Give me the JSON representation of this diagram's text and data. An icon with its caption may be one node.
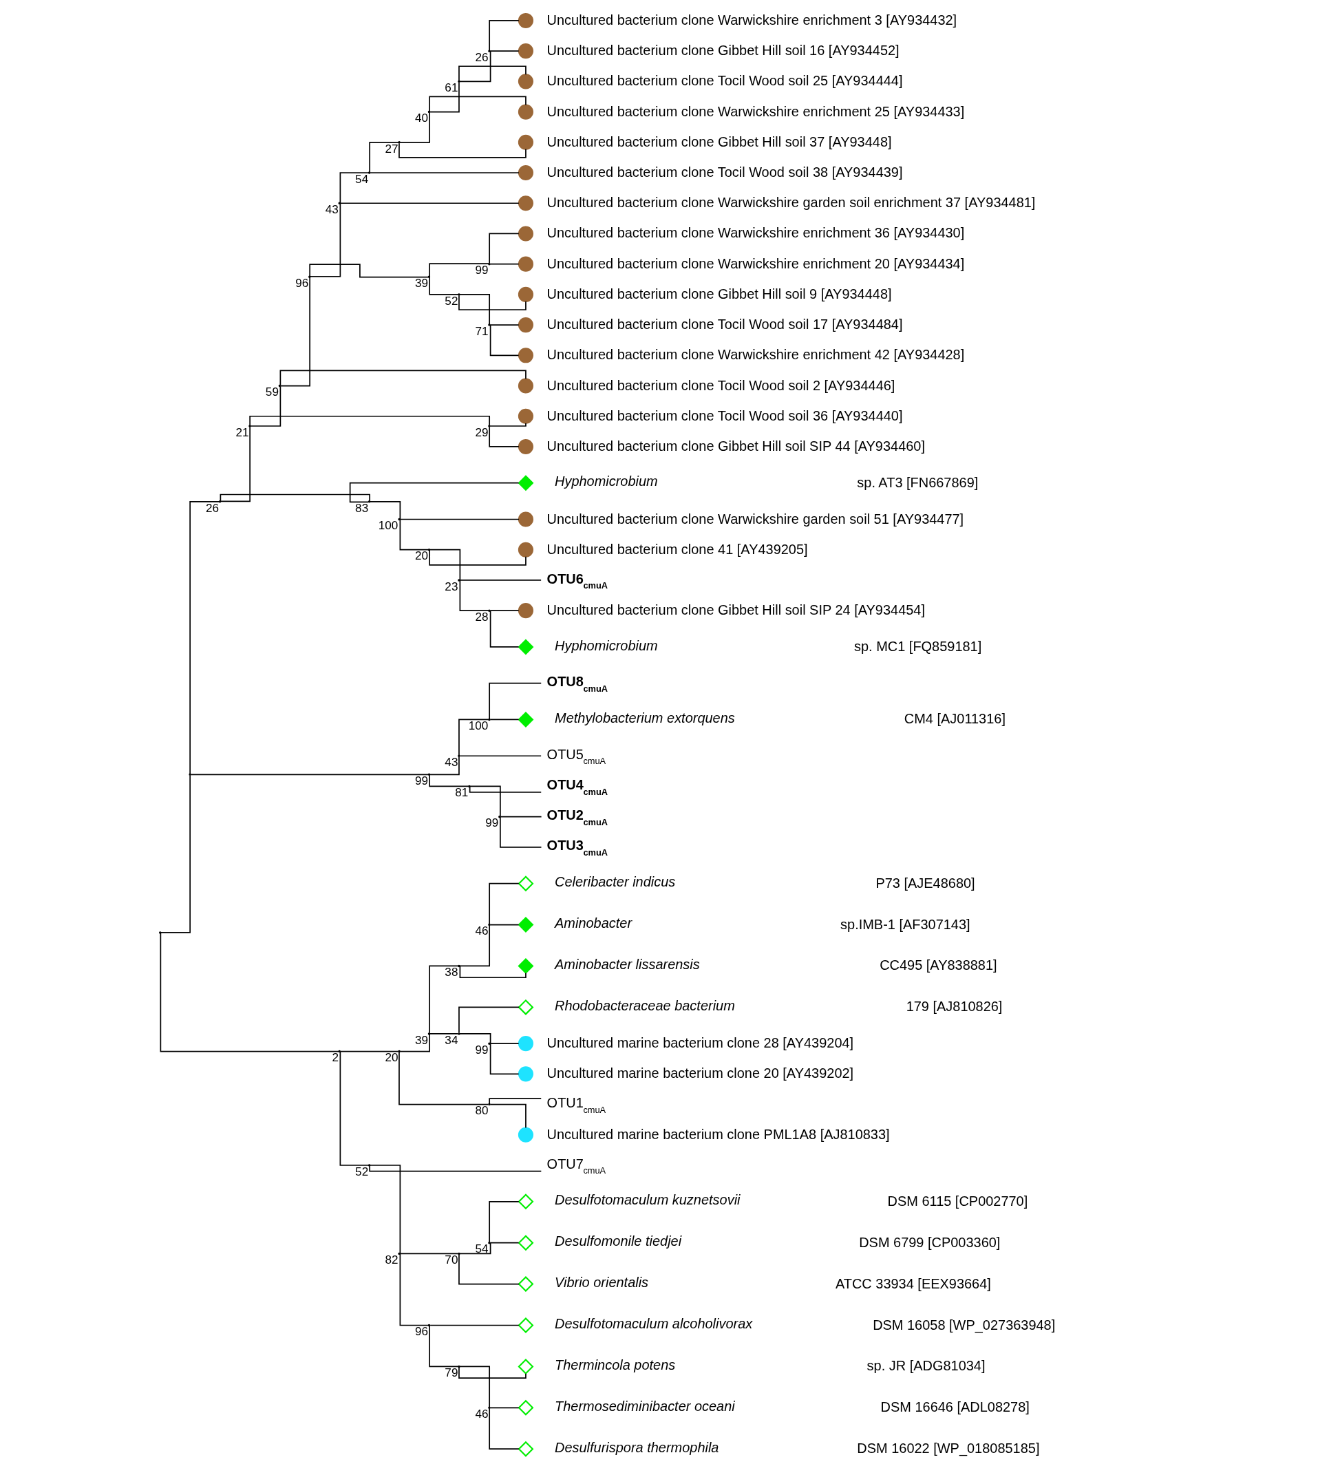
{
  "diagram": {
    "nodes": [
      {
        "text": [],
        "shape": "circle",
        "beside": [
          "Uncultured bacterium clone Warwickshire enrichment 3 [AY934432]"
        ]
      },
      {
        "text": [],
        "shape": "circle",
        "beside": [
          "Uncultured bacterium clone Gibbet Hill soil 16 [AY934452]"
        ]
      },
      {
        "text": [],
        "shape": "circle",
        "beside": [
          "Uncultured bacterium clone Tocil Wood soil 25 [AY934444]"
        ]
      },
      {
        "text": [],
        "shape": "circle",
        "beside": [
          "Uncultured bacterium clone Warwickshire enrichment 25 [AY934433]"
        ]
      },
      {
        "text": [],
        "shape": "circle",
        "beside": [
          "Uncultured bacterium clone Gibbet Hill soil 37 [AY93448]"
        ]
      },
      {
        "text": [],
        "shape": "circle",
        "beside": [
          "Uncultured bacterium clone Tocil Wood soil 38 [AY934439]"
        ]
      },
      {
        "text": [],
        "shape": "circle",
        "beside": [
          "Uncultured bacterium clone Warwickshire garden soil enrichment 37 [AY934481]"
        ]
      },
      {
        "text": [],
        "shape": "circle",
        "beside": [
          "Uncultured bacterium clone Warwickshire enrichment 36 [AY934430]"
        ]
      },
      {
        "text": [],
        "shape": "circle",
        "beside": [
          "Uncultured bacterium clone Warwickshire enrichment 20 [AY934434]"
        ]
      },
      {
        "text": [],
        "shape": "circle",
        "beside": [
          "Uncultured bacterium clone Gibbet Hill soil 9 [AY934448]"
        ]
      },
      {
        "text": [],
        "shape": "circle",
        "beside": [
          "Uncultured bacterium clone Tocil Wood soil 17 [AY934484]"
        ]
      },
      {
        "text": [],
        "shape": "circle",
        "beside": [
          "Uncultured bacterium clone Warwickshire enrichment 42 [AY934428]"
        ]
      },
      {
        "text": [],
        "shape": "circle",
        "beside": [
          "Uncultured bacterium clone Tocil Wood soil 2 [AY934446]"
        ]
      },
      {
        "text": [],
        "shape": "circle",
        "beside": [
          "Uncultured bacterium clone Tocil Wood soil 36 [AY934440]"
        ]
      },
      {
        "text": [],
        "shape": "circle",
        "beside": [
          "Uncultured bacterium clone Gibbet Hill soil SIP 44 [AY934460]"
        ]
      },
      {
        "text": [],
        "shape": "diamond",
        "beside": [
          "*Hyphomicrobium* sp. AT3 [FN667869]"
        ]
      },
      {
        "text": [],
        "shape": "circle",
        "beside": [
          "Uncultured bacterium clone Warwickshire garden soil 51 [AY934477]"
        ]
      },
      {
        "text": [],
        "shape": "circle",
        "beside": [
          "Uncultured bacterium clone 41 [AY439205]"
        ]
      },
      {
        "text": [
          "OTU6$_{cmuA}$"
        ]
      },
      {
        "text": [],
        "shape": "circle",
        "beside": [
          "Uncultured bacterium clone Gibbet Hill soil SIP 24 [AY934454]"
        ]
      },
      {
        "text": [],
        "shape": "diamond",
        "beside": [
          "*Hyphomicrobium* sp. MC1 [FQ859181]"
        ]
      },
      {
        "text": [
          "OTU8$_{cmuA}$"
        ]
      },
      {
        "text": [],
        "shape": "diamond",
        "beside": [
          "*Methylobacterium extorquens* CM4 [AJ011316]"
        ]
      },
      {
        "text": [
          "OTU5$_{cmuA}$"
        ]
      },
      {
        "text": [
          "OTU4$_{cmuA}$"
        ]
      },
      {
        "text": [
          "OTU2$_{cmuA}$"
        ]
      },
      {
        "text": [
          "OTU3$_{cmuA}$"
        ]
      },
      {
        "text": [],
        "shape": "diamond",
        "beside": [
          "*Celeribacter indicus* P73 [AJE48680]"
        ]
      },
      {
        "text": [],
        "shape": "diamond",
        "beside": [
          "*Aminobacter* sp.IMB-1 [AF307143]"
        ]
      },
      {
        "text": [],
        "shape": "diamond",
        "beside": [
          "*Aminobacter lissarensis* CC495 [AY838881]"
        ]
      },
      {
        "text": [],
        "shape": "diamond",
        "beside": [
          "*Rhodobacteraceae bacterium* 179 [AJ810826]"
        ]
      },
      {
        "text": [],
        "shape": "circle",
        "beside": [
          "Uncultured marine bacterium clone 28 [AY439204]"
        ]
      },
      {
        "text": [],
        "shape": "circle",
        "beside": [
          "Uncultured marine bacterium clone 20 [AY439202]"
        ]
      },
      {
        "text": [
          "OTU1$_{cmuA}$"
        ]
      },
      {
        "text": [],
        "shape": "circle",
        "beside": [
          "Uncultured marine bacterium clone PML1A8 [AJ810833]"
        ]
      },
      {
        "text": [
          "OTU7$_{cmuA}$"
        ]
      },
      {
        "text": [],
        "shape": "diamond",
        "beside": [
          "*Desulfotomaculum kuznetsovii* DSM 6115 [CP002770]"
        ]
      },
      {
        "text": [],
        "shape": "diamond",
        "beside": [
          "*Desulfomonile tiedjei* DSM 6799 [CP003360]"
        ]
      },
      {
        "text": [],
        "shape": "diamond",
        "beside": [
          "*Vibrio orientalis* ATCC 33934 [EEX93664]"
        ]
      },
      {
        "text": [],
        "shape": "diamond",
        "beside": [
          "*Desulfotomaculum alcoholivorax* DSM 16058 [WP_027363948]"
        ]
      },
      {
        "text": [],
        "shape": "diamond",
        "beside": [
          "*Thermincola potens* sp. JR [ADG81034]"
        ]
      },
      {
        "text": [],
        "shape": "diamond",
        "beside": [
          "*Thermosediminibacter oceani* DSM 16646 [ADL08278]"
        ]
      },
      {
        "text": [],
        "shape": "diamond",
        "beside": [
          "*Desulfurispora thermophila* DSM 16022 [WP_018085185]"
        ]
      },
      {
        "text": [],
        "shape": "point"
      },
      {
        "text": [],
        "shape": "point"
      },
      {
        "text": [],
        "shape": "point",
        "beside": [
          "26"
        ]
      },
      {
        "text": [],
        "shape": "point",
        "beside": [
          "21"
        ]
      },
      {
        "text": [],
        "shape": "point",
        "beside": [
          "59"
        ]
      },
      {
        "text": [],
        "shape": "point",
        "beside": [
          "96"
        ]
      },
      {
        "text": [],
        "shape": "point",
        "beside": [
          "43"
        ]
      },
      {
        "text": [],
        "shape": "point",
        "beside": [
          "54"
        ]
      },
      {
        "text": [],
        "shape": "point",
        "beside": [
          "27"
        ]
      },
      {
        "text": [],
        "shape": "point",
        "beside": [
          "40"
        ]
      },
      {
        "text": [],
        "shape": "point",
        "beside": [
          "61"
        ]
      },
      {
        "text": [],
        "shape": "point",
        "beside": [
          "26"
        ]
      },
      {
        "text": [],
        "shape": "point",
        "beside": [
          "39"
        ]
      },
      {
        "text": [],
        "shape": "point",
        "beside": [
          "99"
        ]
      },
      {
        "text": [],
        "shape": "point",
        "beside": [
          "52"
        ]
      },
      {
        "text": [],
        "shape": "point",
        "beside": [
          "71"
        ]
      },
      {
        "text": [],
        "shape": "point",
        "beside": [
          "29"
        ]
      },
      {
        "text": [],
        "shape": "point",
        "beside": [
          "83"
        ]
      },
      {
        "text": [],
        "shape": "point",
        "beside": [
          "100"
        ]
      },
      {
        "text": [],
        "shape": "point",
        "beside": [
          "20"
        ]
      },
      {
        "text": [],
        "shape": "point",
        "beside": [
          "23"
        ]
      },
      {
        "text": [],
        "shape": "point",
        "beside": [
          "28"
        ]
      },
      {
        "text": [],
        "shape": "point",
        "beside": [
          "99"
        ]
      },
      {
        "text": [],
        "shape": "point",
        "beside": [
          "43"
        ]
      },
      {
        "text": [],
        "shape": "point",
        "beside": [
          "100"
        ]
      },
      {
        "text": [],
        "shape": "point",
        "beside": [
          "81"
        ]
      },
      {
        "text": [],
        "shape": "point",
        "beside": [
          "99"
        ]
      },
      {
        "text": [],
        "shape": "point",
        "beside": [
          "2"
        ]
      },
      {
        "text": [],
        "shape": "point",
        "beside": [
          "20"
        ]
      },
      {
        "text": [],
        "shape": "point",
        "beside": [
          "39"
        ]
      },
      {
        "text": [],
        "shape": "point",
        "beside": [
          "38"
        ]
      },
      {
        "text": [],
        "shape": "point",
        "beside": [
          "46"
        ]
      },
      {
        "text": [],
        "shape": "point",
        "beside": [
          "34"
        ]
      },
      {
        "text": [],
        "shape": "point",
        "beside": [
          "99"
        ]
      },
      {
        "text": [],
        "shape": "point",
        "beside": [
          "80"
        ]
      },
      {
        "text": [],
        "shape": "point",
        "beside": [
          "52"
        ]
      },
      {
        "text": [],
        "shape": "point",
        "beside": [
          "82"
        ]
      },
      {
        "text": [],
        "shape": "point",
        "beside": [
          "70"
        ]
      },
      {
        "text": [],
        "shape": "point",
        "beside": [
          "54"
        ]
      },
      {
        "text": [],
        "shape": "point",
        "beside": [
          "96"
        ]
      },
      {
        "text": [],
        "shape": "point",
        "beside": [
          "79"
        ]
      },
      {
        "text": [],
        "shape": "point",
        "beside": [
          "46"
        ]
      }
    ],
    "edges": [
      {
        "from": 43,
        "to": 44,
        "arrow": "none"
      },
      {
        "from": 44,
        "to": 45,
        "arrow": "none"
      },
      {
        "from": 45,
        "to": 46,
        "arrow": "none"
      },
      {
        "from": 46,
        "to": 47,
        "arrow": "none"
      },
      {
        "from": 47,
        "to": 48,
        "arrow": "none"
      },
      {
        "from": 48,
        "to": 49,
        "arrow": "none"
      },
      {
        "from": 49,
        "to": 50,
        "arrow": "none"
      },
      {
        "from": 50,
        "to": 51,
        "arrow": "none"
      },
      {
        "from": 51,
        "to": 52,
        "arrow": "none"
      },
      {
        "from": 52,
        "to": 53,
        "arrow": "none"
      },
      {
        "from": 53,
        "to": 54,
        "arrow": "none"
      },
      {
        "from": 54,
        "to": 0,
        "arrow": "none"
      },
      {
        "from": 54,
        "to": 1,
        "arrow": "none"
      },
      {
        "from": 53,
        "to": 2,
        "arrow": "none"
      },
      {
        "from": 52,
        "to": 3,
        "arrow": "none"
      },
      {
        "from": 51,
        "to": 4,
        "arrow": "none"
      },
      {
        "from": 50,
        "to": 5,
        "arrow": "none"
      },
      {
        "from": 49,
        "to": 6,
        "arrow": "none"
      },
      {
        "from": 48,
        "to": 55,
        "arrow": "none"
      },
      {
        "from": 55,
        "to": 56,
        "arrow": "none"
      },
      {
        "from": 56,
        "to": 7,
        "arrow": "none"
      },
      {
        "from": 56,
        "to": 8,
        "arrow": "none"
      },
      {
        "from": 55,
        "to": 57,
        "arrow": "none"
      },
      {
        "from": 57,
        "to": 9,
        "arrow": "none"
      },
      {
        "from": 57,
        "to": 58,
        "arrow": "none"
      },
      {
        "from": 58,
        "to": 10,
        "arrow": "none"
      },
      {
        "from": 58,
        "to": 11,
        "arrow": "none"
      },
      {
        "from": 47,
        "to": 12,
        "arrow": "none"
      },
      {
        "from": 46,
        "to": 59,
        "arrow": "none"
      },
      {
        "from": 59,
        "to": 13,
        "arrow": "none"
      },
      {
        "from": 59,
        "to": 14,
        "arrow": "none"
      },
      {
        "from": 45,
        "to": 60,
        "arrow": "none"
      },
      {
        "from": 60,
        "to": 15,
        "arrow": "none"
      },
      {
        "from": 60,
        "to": 61,
        "arrow": "none"
      },
      {
        "from": 61,
        "to": 16,
        "arrow": "none"
      },
      {
        "from": 61,
        "to": 62,
        "arrow": "none"
      },
      {
        "from": 62,
        "to": 17,
        "arrow": "none"
      },
      {
        "from": 62,
        "to": 63,
        "arrow": "none"
      },
      {
        "from": 63,
        "to": 18,
        "arrow": "none"
      },
      {
        "from": 63,
        "to": 64,
        "arrow": "none"
      },
      {
        "from": 64,
        "to": 19,
        "arrow": "none"
      },
      {
        "from": 64,
        "to": 20,
        "arrow": "none"
      },
      {
        "from": 44,
        "to": 65,
        "arrow": "none"
      },
      {
        "from": 65,
        "to": 66,
        "arrow": "none"
      },
      {
        "from": 66,
        "to": 67,
        "arrow": "none"
      },
      {
        "from": 67,
        "to": 21,
        "arrow": "none"
      },
      {
        "from": 67,
        "to": 22,
        "arrow": "none"
      },
      {
        "from": 66,
        "to": 23,
        "arrow": "none"
      },
      {
        "from": 65,
        "to": 68,
        "arrow": "none"
      },
      {
        "from": 68,
        "to": 24,
        "arrow": "none"
      },
      {
        "from": 68,
        "to": 69,
        "arrow": "none"
      },
      {
        "from": 69,
        "to": 25,
        "arrow": "none"
      },
      {
        "from": 69,
        "to": 26,
        "arrow": "none"
      },
      {
        "from": 43,
        "to": 70,
        "arrow": "none"
      },
      {
        "from": 70,
        "to": 71,
        "arrow": "none"
      },
      {
        "from": 71,
        "to": 72,
        "arrow": "none"
      },
      {
        "from": 72,
        "to": 73,
        "arrow": "none"
      },
      {
        "from": 73,
        "to": 74,
        "arrow": "none"
      },
      {
        "from": 74,
        "to": 27,
        "arrow": "none"
      },
      {
        "from": 74,
        "to": 28,
        "arrow": "none"
      },
      {
        "from": 73,
        "to": 29,
        "arrow": "none"
      },
      {
        "from": 72,
        "to": 75,
        "arrow": "none"
      },
      {
        "from": 75,
        "to": 30,
        "arrow": "none"
      },
      {
        "from": 75,
        "to": 76,
        "arrow": "none"
      },
      {
        "from": 76,
        "to": 31,
        "arrow": "none"
      },
      {
        "from": 76,
        "to": 32,
        "arrow": "none"
      },
      {
        "from": 71,
        "to": 77,
        "arrow": "none"
      },
      {
        "from": 77,
        "to": 33,
        "arrow": "none"
      },
      {
        "from": 77,
        "to": 34,
        "arrow": "none"
      },
      {
        "from": 70,
        "to": 78,
        "arrow": "none"
      },
      {
        "from": 78,
        "to": 35,
        "arrow": "none"
      },
      {
        "from": 78,
        "to": 79,
        "arrow": "none"
      },
      {
        "from": 79,
        "to": 80,
        "arrow": "none"
      },
      {
        "from": 80,
        "to": 81,
        "arrow": "none"
      },
      {
        "from": 81,
        "to": 36,
        "arrow": "none"
      },
      {
        "from": 81,
        "to": 37,
        "arrow": "none"
      },
      {
        "from": 80,
        "to": 38,
        "arrow": "none"
      },
      {
        "from": 79,
        "to": 82,
        "arrow": "none"
      },
      {
        "from": 82,
        "to": 39,
        "arrow": "none"
      },
      {
        "from": 82,
        "to": 83,
        "arrow": "none"
      },
      {
        "from": 83,
        "to": 40,
        "arrow": "none"
      },
      {
        "from": 83,
        "to": 84,
        "arrow": "none"
      },
      {
        "from": 84,
        "to": 41,
        "arrow": "none"
      },
      {
        "from": 84,
        "to": 42,
        "arrow": "none"
      }
    ]
  }
}
